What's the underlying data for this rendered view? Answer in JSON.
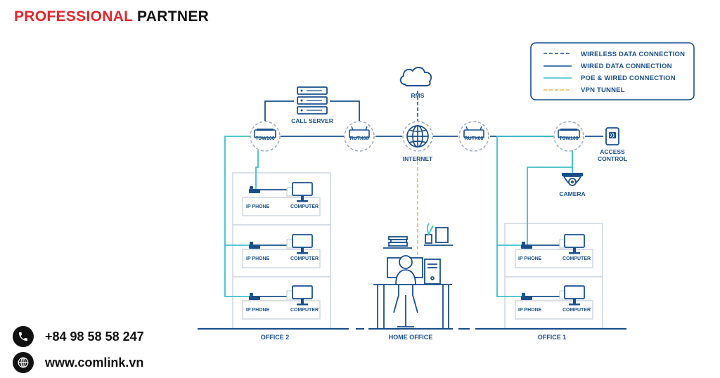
{
  "header": {
    "brand_word1": "PROFESSIONAL",
    "brand_word2": "PARTNER"
  },
  "contact": {
    "phone": "+84 98 58 58 247",
    "website": "www.comlink.vn",
    "phone_icon": "phone-icon",
    "website_icon": "globe-icon"
  },
  "legend": {
    "items": [
      {
        "label": "WIRELESS DATA CONNECTION",
        "style": "dashed",
        "color": "#1a4f8b"
      },
      {
        "label": "WIRED DATA CONNECTION",
        "style": "solid",
        "color": "#1a4f8b"
      },
      {
        "label": "POE & WIRED CONNECTION",
        "style": "solid",
        "color": "#3cc0c8"
      },
      {
        "label": "VPN TUNNEL",
        "style": "dashed",
        "color": "#f5b347"
      }
    ]
  },
  "nodes": {
    "rms": "RMS",
    "call_server": "CALL SERVER",
    "internet": "INTERNET",
    "access_control": [
      "ACCESS",
      "CONTROL"
    ],
    "camera": "CAMERA",
    "tsw_left": "TSW100",
    "rut_left": "RUTX08",
    "rut_right": "RUTX08",
    "tsw_right": "TSW100"
  },
  "devices": {
    "ip_phone": "IP PHONE",
    "computer": "COMPUTER"
  },
  "offices": {
    "office2": "OFFICE 2",
    "home": "HOME OFFICE",
    "office1": "OFFICE 1"
  },
  "colors": {
    "navy": "#1a4f8b",
    "teal": "#3cc0c8",
    "orange": "#f5b347",
    "grey": "#c9d3df",
    "red": "#e3262d"
  }
}
